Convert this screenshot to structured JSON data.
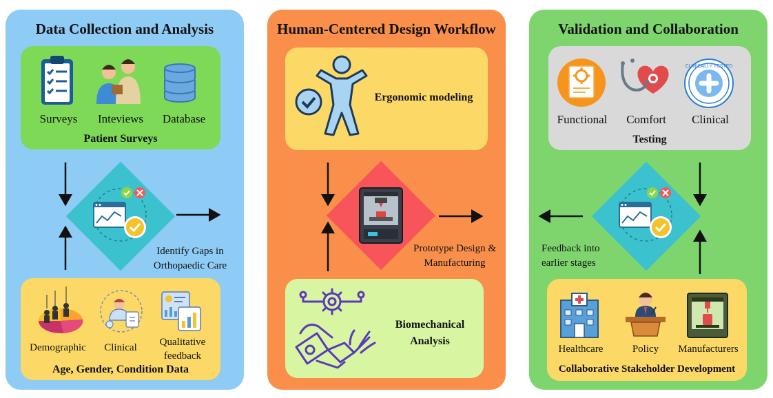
{
  "panels": {
    "data_collection": {
      "title": "Data Collection and Analysis",
      "top_box": {
        "items": [
          "Surveys",
          "Inteviews",
          "Database"
        ],
        "caption": "Patient Surveys"
      },
      "process_label": "Identify Gaps in\nOrthopaedic Care",
      "bottom_box": {
        "items": [
          "Demographic",
          "Clinical",
          "Qualitative\nfeedback"
        ],
        "caption": "Age, Gender, Condition Data"
      }
    },
    "design_workflow": {
      "title": "Human-Centered Design Workflow",
      "top_box": {
        "caption": "Ergonomic modeling"
      },
      "process_label": "Prototype Design &\nManufacturing",
      "bottom_box": {
        "caption": "Biomechanical\nAnalysis"
      }
    },
    "validation": {
      "title": "Validation and Collaboration",
      "top_box": {
        "items": [
          "Functional",
          "Comfort",
          "Clinical"
        ],
        "caption": "Testing"
      },
      "feedback_label": "Feedback into\nearlier stages",
      "bottom_box": {
        "items": [
          "Healthcare",
          "Policy",
          "Manufacturers"
        ],
        "caption": "Collaborative Stakeholder Development"
      },
      "badge_text": "CLINICALLY TESTED"
    }
  },
  "colors": {
    "panel_blue": "#8ecbf5",
    "panel_orange": "#f98f4a",
    "panel_green": "#7fd56d",
    "box_green": "#7ed957",
    "box_yellow": "#fcd966",
    "box_lightgreen": "#d8f5a2",
    "box_gray": "#d9d9d9",
    "diamond_teal": "#3cc1cf",
    "diamond_red": "#f8555a"
  }
}
